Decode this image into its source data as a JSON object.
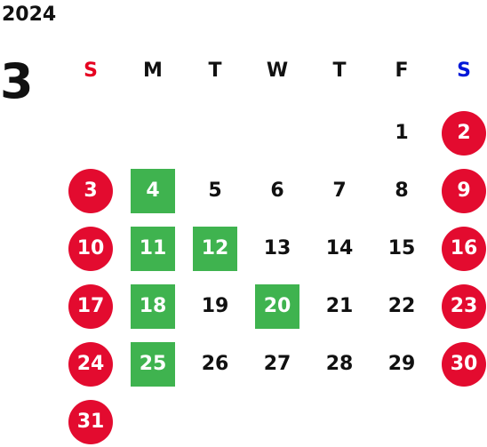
{
  "calendar": {
    "year": "2024",
    "month": "3",
    "weekdays": [
      "S",
      "M",
      "T",
      "W",
      "T",
      "F",
      "S"
    ],
    "weekday_colors": [
      "#e60020",
      "#111111",
      "#111111",
      "#111111",
      "#111111",
      "#111111",
      "#0018d8"
    ],
    "holiday_color": "#e30b2f",
    "closed_color": "#3fb34f",
    "weeks": [
      [
        null,
        null,
        null,
        null,
        null,
        {
          "d": "1"
        },
        {
          "d": "2",
          "t": "holiday"
        }
      ],
      [
        {
          "d": "3",
          "t": "holiday"
        },
        {
          "d": "4",
          "t": "closed"
        },
        {
          "d": "5"
        },
        {
          "d": "6"
        },
        {
          "d": "7"
        },
        {
          "d": "8"
        },
        {
          "d": "9",
          "t": "holiday"
        }
      ],
      [
        {
          "d": "10",
          "t": "holiday"
        },
        {
          "d": "11",
          "t": "closed"
        },
        {
          "d": "12",
          "t": "closed"
        },
        {
          "d": "13"
        },
        {
          "d": "14"
        },
        {
          "d": "15"
        },
        {
          "d": "16",
          "t": "holiday"
        }
      ],
      [
        {
          "d": "17",
          "t": "holiday"
        },
        {
          "d": "18",
          "t": "closed"
        },
        {
          "d": "19"
        },
        {
          "d": "20",
          "t": "closed"
        },
        {
          "d": "21"
        },
        {
          "d": "22"
        },
        {
          "d": "23",
          "t": "holiday"
        }
      ],
      [
        {
          "d": "24",
          "t": "holiday"
        },
        {
          "d": "25",
          "t": "closed"
        },
        {
          "d": "26"
        },
        {
          "d": "27"
        },
        {
          "d": "28"
        },
        {
          "d": "29"
        },
        {
          "d": "30",
          "t": "holiday"
        }
      ],
      [
        {
          "d": "31",
          "t": "holiday"
        },
        null,
        null,
        null,
        null,
        null,
        null
      ]
    ]
  }
}
